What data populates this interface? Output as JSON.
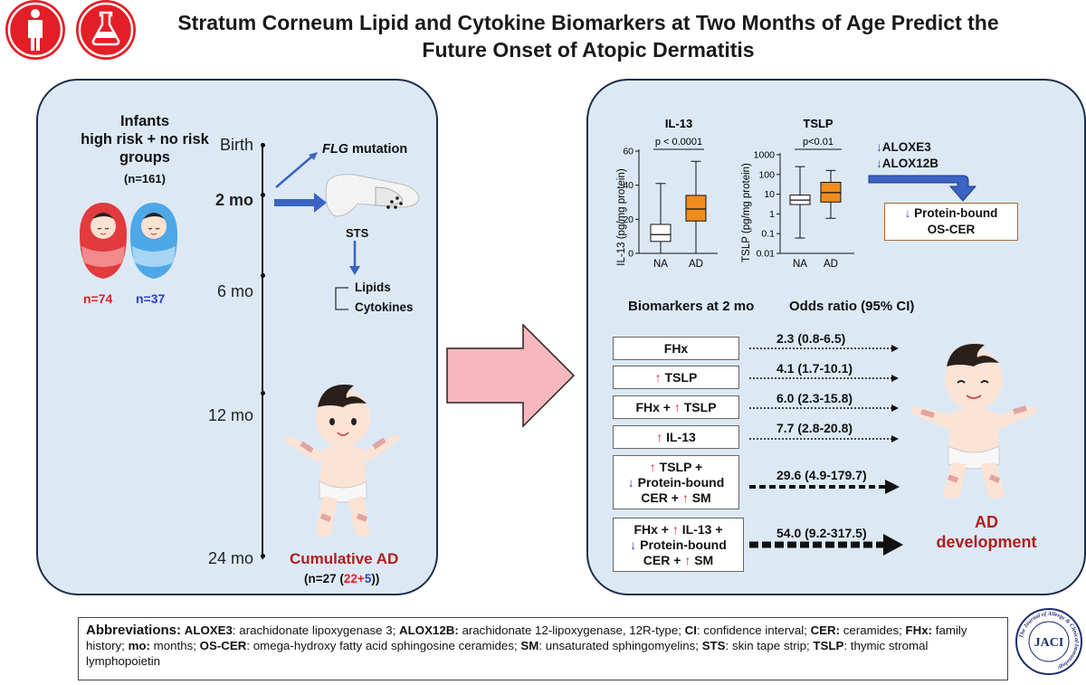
{
  "title_line1": "Stratum Corneum Lipid and Cytokine Biomarkers at Two Months of Age Predict the",
  "title_line2": "Future Onset of Atopic Dermatitis",
  "icons": {
    "person": "person-icon",
    "flask": "flask-icon",
    "journal_logo": "jaci-logo"
  },
  "colors": {
    "red": "#e41e26",
    "panel": "#dce9f5",
    "orange": "#f08c1e",
    "arrow_pink": "#f7b8bd",
    "blue_arrow": "#3a63c4"
  },
  "left": {
    "cohort_title_1": "Infants",
    "cohort_title_2": "high risk + no risk",
    "cohort_title_3": "groups",
    "cohort_n": "(n=161)",
    "n_high": "n=74",
    "n_no": "n=37",
    "timeline": [
      "Birth",
      "2 mo",
      "6 mo",
      "12 mo",
      "24 mo"
    ],
    "flg_italic": "FLG",
    "flg_rest": " mutation",
    "sts": "STS",
    "lipids": "Lipids",
    "cytokines": "Cytokines",
    "cumulative": "Cumulative AD",
    "cum_n_prefix": "(n=27 (",
    "cum_n_red": "22",
    "cum_n_plus": "+",
    "cum_n_blue": "5",
    "cum_n_suffix": "))"
  },
  "right": {
    "il13_title": "IL-13",
    "il13_p": "p < 0.0001",
    "il13_ylabel": "IL-13 (pg/mg protein)",
    "il13_yticks": [
      "0",
      "20",
      "40",
      "60"
    ],
    "tslp_title": "TSLP",
    "tslp_p": "p<0.01",
    "tslp_ylabel": "TSLP (pg/mg protein)",
    "tslp_yticks": [
      "0.01",
      "0.1",
      "1",
      "10",
      "100",
      "1000"
    ],
    "xcats": [
      "NA",
      "AD"
    ],
    "alox1": "ALOXE3",
    "alox2": "ALOX12B",
    "protein_bound_1": "Protein-bound",
    "protein_bound_2": "OS-CER",
    "header_biomarkers": "Biomarkers at 2 mo",
    "header_or": "Odds ratio (95% CI)",
    "rows": [
      {
        "or": "2.3 (0.8-6.5)"
      },
      {
        "or": "4.1 (1.7-10.1)"
      },
      {
        "or": "6.0 (2.3-15.8)"
      },
      {
        "or": "7.7 (2.8-20.8)"
      },
      {
        "or": "29.6 (4.9-179.7)"
      },
      {
        "or": "54.0 (9.2-317.5)"
      }
    ],
    "row_text": {
      "fhx": "FHx",
      "tslp": "TSLP",
      "fhx_plus": "FHx + ",
      "il13": "IL-13",
      "tslp_plus": "TSLP +",
      "protein_bound": "Protein-bound",
      "cer_plus": "CER + ",
      "sm": "SM",
      "il13_plus": "IL-13 +",
      "fhx_plus2": "FHx + "
    },
    "ad_line1": "AD",
    "ad_line2": "development"
  },
  "chart_data": [
    {
      "type": "box",
      "title": "IL-13",
      "ylabel": "IL-13 (pg/mg protein)",
      "categories": [
        "NA",
        "AD"
      ],
      "ylim": [
        0,
        60
      ],
      "annotation": "p < 0.0001",
      "series": [
        {
          "name": "NA",
          "whisker_low": 0,
          "q1": 7,
          "median": 11,
          "q3": 17,
          "whisker_high": 41
        },
        {
          "name": "AD",
          "whisker_low": 0,
          "q1": 19,
          "median": 26,
          "q3": 34,
          "whisker_high": 54
        }
      ]
    },
    {
      "type": "box",
      "title": "TSLP",
      "ylabel": "TSLP (pg/mg protein)",
      "categories": [
        "NA",
        "AD"
      ],
      "ylim": [
        0.01,
        1000
      ],
      "yscale": "log",
      "annotation": "p<0.01",
      "series": [
        {
          "name": "NA",
          "whisker_low": 0.06,
          "q1": 3,
          "median": 5,
          "q3": 9,
          "whisker_high": 250
        },
        {
          "name": "AD",
          "whisker_low": 0.6,
          "q1": 4,
          "median": 12,
          "q3": 40,
          "whisker_high": 160
        }
      ]
    }
  ],
  "abbreviations": {
    "label": "Abbreviations:",
    "items": [
      {
        "term": "ALOXE3",
        "def": ": arachidonate lipoxygenase 3; "
      },
      {
        "term": "ALOX12B:",
        "def": " arachidonate 12-lipoxygenase, 12R-type; "
      },
      {
        "term": "CI",
        "def": ": confidence interval; "
      },
      {
        "term": "CER:",
        "def": " ceramides; "
      },
      {
        "term": "FHx:",
        "def": " family history; "
      },
      {
        "term": "mo:",
        "def": " months; "
      },
      {
        "term": "OS-CER",
        "def": ": omega-hydroxy fatty acid sphingosine ceramides; "
      },
      {
        "term": "SM",
        "def": ": unsaturated sphingomyelins; "
      },
      {
        "term": "STS",
        "def": ": skin tape strip; "
      },
      {
        "term": "TSLP",
        "def": ": thymic stromal lymphopoietin"
      }
    ]
  },
  "logo": {
    "center": "JACI",
    "ring": "The Journal of Allergy & Clinical Immunology"
  }
}
